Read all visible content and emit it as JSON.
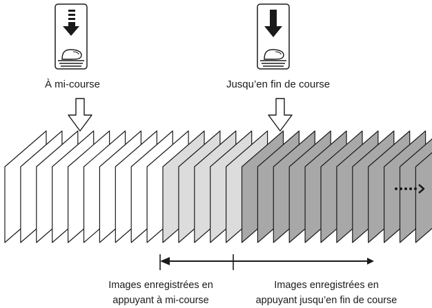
{
  "labels": {
    "half_press": "À mi-course",
    "full_press": "Jusqu’en fin de course",
    "range_half_line1": "Images enregistrées en",
    "range_half_line2": "appuyant à mi-course",
    "range_full_line1": "Images enregistrées en",
    "range_full_line2": "appuyant jusqu’en fin de course"
  },
  "icons": {
    "half_press": "shutter-half-press-icon",
    "full_press": "shutter-full-press-icon"
  },
  "frames": {
    "count": 27,
    "groups": [
      {
        "name": "unrecorded",
        "count": 10,
        "color": "#ffffff"
      },
      {
        "name": "recorded-half-press",
        "count": 5,
        "color": "#dcdcdc"
      },
      {
        "name": "recorded-full-press",
        "count": 12,
        "color": "#a8a8a8"
      }
    ]
  },
  "colors": {
    "stroke": "#1a1a1a",
    "frame_outline": "#1a1a1a"
  }
}
